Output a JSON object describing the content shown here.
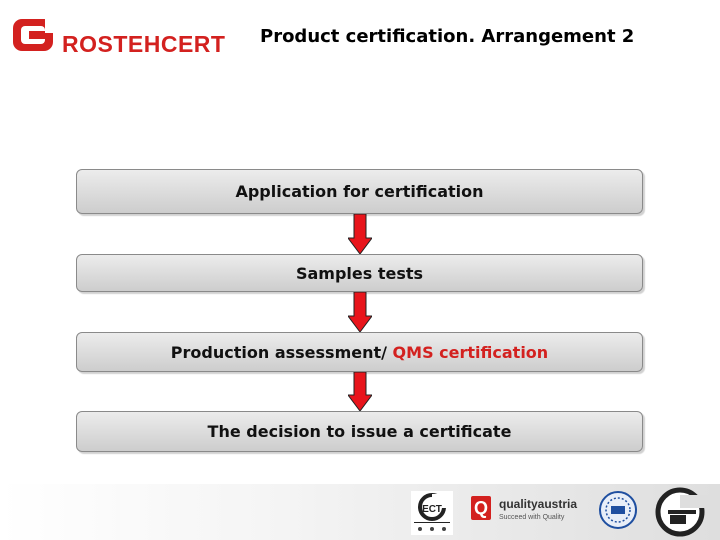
{
  "header": {
    "logo_text": "ROSTEHCERT",
    "title": "Product certification. Arrangement 2"
  },
  "steps": [
    {
      "label": "Application for certification"
    },
    {
      "label": "Samples tests"
    },
    {
      "label_plain": "Production assessment/ ",
      "label_accent": "QMS certification"
    },
    {
      "label": "The decision to issue a certificate"
    }
  ],
  "colors": {
    "brand": "#d3211f",
    "arrow": "#e8141b",
    "box_top": "#ececec",
    "box_bottom": "#cdcdcd"
  },
  "footer": {
    "partners": [
      {
        "icon": "pct-mark-icon"
      },
      {
        "name": "qualityaustria",
        "tagline": "Succeed with Quality"
      },
      {
        "icon": "certification-seal-icon"
      },
      {
        "icon": "euro-conformity-icon"
      }
    ]
  }
}
